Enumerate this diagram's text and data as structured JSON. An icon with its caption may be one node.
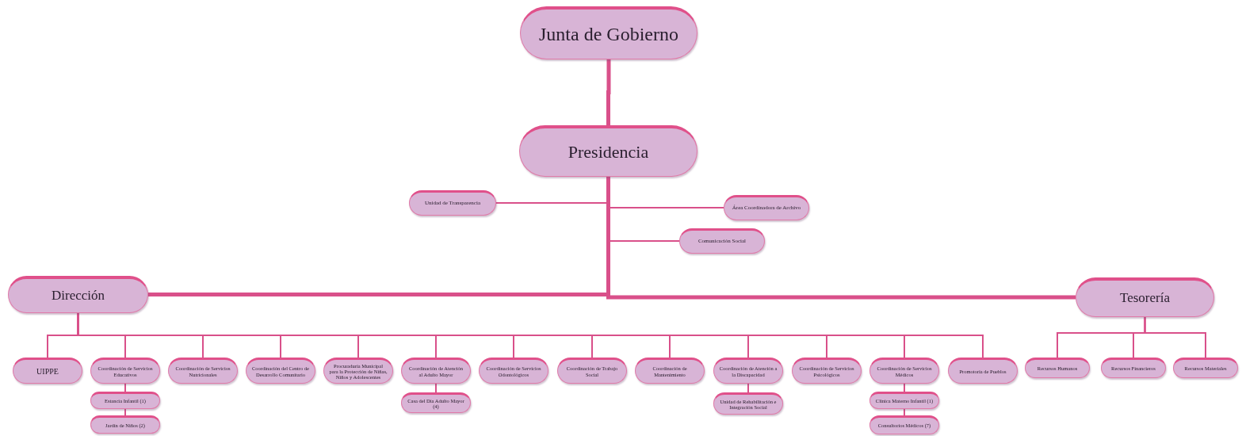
{
  "diagram": {
    "nodes": [
      {
        "text": [
          "Junta de Gobierno"
        ]
      },
      {
        "text": [
          "Presidencia"
        ]
      },
      {
        "text": [
          "Unidad de Transparencia"
        ]
      },
      {
        "text": [
          "Área Coordinadora de Archivo"
        ]
      },
      {
        "text": [
          "Comunicación Social"
        ]
      },
      {
        "text": [
          "Dirección"
        ]
      },
      {
        "text": [
          "Tesorería"
        ]
      },
      {
        "text": [
          "UIPPE"
        ]
      },
      {
        "text": [
          "Coordinación de Servicios Educativos"
        ]
      },
      {
        "text": [
          "Estancia Infantil (1)"
        ]
      },
      {
        "text": [
          "Jardín de Niños (2)"
        ]
      },
      {
        "text": [
          "Coordinación de Servicios Nutricionales"
        ]
      },
      {
        "text": [
          "Coordinación del Centro de Desarrollo Comunitario"
        ]
      },
      {
        "text": [
          "Procuraduría Municipal para la Protección de Niñas, Niños y Adolescentes"
        ]
      },
      {
        "text": [
          "Coordinación de Atención al Adulto Mayor"
        ]
      },
      {
        "text": [
          "Casa del Día Adulto Mayor (4)"
        ]
      },
      {
        "text": [
          "Coordinación de Servicios Odontológicos"
        ]
      },
      {
        "text": [
          "Coordinación de Trabajo Social"
        ]
      },
      {
        "text": [
          "Coordinación de Mantenimiento"
        ]
      },
      {
        "text": [
          "Coordinación de Atención a la Discapacidad"
        ]
      },
      {
        "text": [
          "Unidad de Rehabilitación e Integración Social"
        ]
      },
      {
        "text": [
          "Coordinación de Servicios Psicológicos"
        ]
      },
      {
        "text": [
          "Coordinación de Servicios Médicos"
        ]
      },
      {
        "text": [
          "Clínica Materno Infantil (1)"
        ]
      },
      {
        "text": [
          "Consultorios Médicos (7)"
        ]
      },
      {
        "text": [
          "Promotoría de Pueblos"
        ]
      },
      {
        "text": [
          "Recursos Humanos"
        ]
      },
      {
        "text": [
          "Recursos Financieros"
        ]
      },
      {
        "text": [
          "Recursos Materiales"
        ]
      }
    ],
    "edges": [
      {
        "from": 0,
        "to": 1,
        "arrow": "none",
        "style": "thick"
      },
      {
        "from": 1,
        "to": 2,
        "arrow": "none"
      },
      {
        "from": 1,
        "to": 3,
        "arrow": "none"
      },
      {
        "from": 1,
        "to": 4,
        "arrow": "none"
      },
      {
        "from": 1,
        "to": 5,
        "arrow": "none",
        "style": "thick"
      },
      {
        "from": 1,
        "to": 6,
        "arrow": "none",
        "style": "thick"
      },
      {
        "from": 5,
        "to": 7,
        "arrow": "none"
      },
      {
        "from": 5,
        "to": 8,
        "arrow": "none"
      },
      {
        "from": 8,
        "to": 9,
        "arrow": "none"
      },
      {
        "from": 9,
        "to": 10,
        "arrow": "none"
      },
      {
        "from": 5,
        "to": 11,
        "arrow": "none"
      },
      {
        "from": 5,
        "to": 12,
        "arrow": "none"
      },
      {
        "from": 5,
        "to": 13,
        "arrow": "none"
      },
      {
        "from": 5,
        "to": 14,
        "arrow": "none"
      },
      {
        "from": 14,
        "to": 15,
        "arrow": "none"
      },
      {
        "from": 5,
        "to": 16,
        "arrow": "none"
      },
      {
        "from": 5,
        "to": 17,
        "arrow": "none"
      },
      {
        "from": 5,
        "to": 18,
        "arrow": "none"
      },
      {
        "from": 5,
        "to": 19,
        "arrow": "none"
      },
      {
        "from": 19,
        "to": 20,
        "arrow": "none"
      },
      {
        "from": 5,
        "to": 21,
        "arrow": "none"
      },
      {
        "from": 5,
        "to": 22,
        "arrow": "none"
      },
      {
        "from": 22,
        "to": 23,
        "arrow": "none"
      },
      {
        "from": 23,
        "to": 24,
        "arrow": "none"
      },
      {
        "from": 5,
        "to": 25,
        "arrow": "none"
      },
      {
        "from": 6,
        "to": 26,
        "arrow": "none"
      },
      {
        "from": 6,
        "to": 27,
        "arrow": "none"
      },
      {
        "from": 6,
        "to": 28,
        "arrow": "none"
      }
    ]
  }
}
